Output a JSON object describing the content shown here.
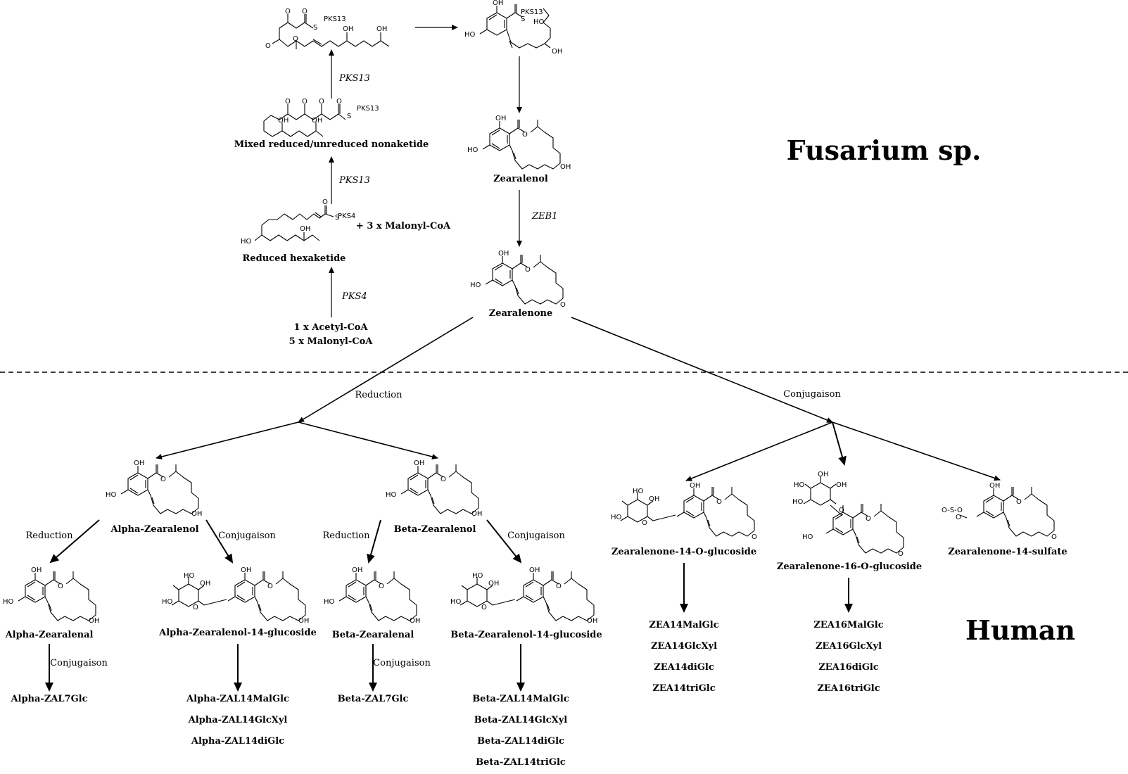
{
  "regions": {
    "fungus": "Fusarium sp.",
    "human": "Human"
  },
  "biosynthesis": {
    "start_line1": "1 x Acetyl-CoA",
    "start_line2": "5 x Malonyl-CoA",
    "pks4": "PKS4",
    "reduced_hexaketide": "Reduced hexaketide",
    "plus_malonyl": "+ 3 x Malonyl-CoA",
    "pks13_a": "PKS13",
    "nonaketide": "Mixed reduced/unreduced nonaketide",
    "pks13_b": "PKS13",
    "zearalenol": "Zearalenol",
    "zeb1": "ZEB1",
    "zearalenone": "Zearalenone"
  },
  "metabolism": {
    "reduction": "Reduction",
    "conjugation": "Conjugaison",
    "alpha_zearalenol": "Alpha-Zearalenol",
    "beta_zearalenol": "Beta-Zearalenol",
    "alpha_reduction": "Reduction",
    "alpha_conjugation": "Conjugaison",
    "beta_reduction": "Reduction",
    "beta_conjugation": "Conjugaison",
    "alpha_zearalenal": "Alpha-Zearalenal",
    "alpha_zearalenal_conj": "Conjugaison",
    "alpha_zal7glc": "Alpha-ZAL7Glc",
    "alpha_zearalenol_glucoside": "Alpha-Zearalenol-14-glucoside",
    "alpha_zal14": [
      "Alpha-ZAL14MalGlc",
      "Alpha-ZAL14GlcXyl",
      "Alpha-ZAL14diGlc"
    ],
    "beta_zearalenal": "Beta-Zearalenal",
    "beta_zearalenal_conj": "Conjugaison",
    "beta_zal7glc": "Beta-ZAL7Glc",
    "beta_zearalenol_glucoside": "Beta-Zearalenol-14-glucoside",
    "beta_zal14": [
      "Beta-ZAL14MalGlc",
      "Beta-ZAL14GlcXyl",
      "Beta-ZAL14diGlc",
      "Beta-ZAL14triGlc"
    ],
    "zea14_glucoside": "Zearalenone-14-O-glucoside",
    "zea14_list": [
      "ZEA14MalGlc",
      "ZEA14GlcXyl",
      "ZEA14diGlc",
      "ZEA14triGlc"
    ],
    "zea16_glucoside": "Zearalenone-16-O-glucoside",
    "zea16_list": [
      "ZEA16MalGlc",
      "ZEA16GlcXyl",
      "ZEA16diGlc",
      "ZEA16triGlc"
    ],
    "zea14_sulfate": "Zearalenone-14-sulfate"
  },
  "atoms": {
    "oh": "OH",
    "ho": "HO",
    "o": "O",
    "s": "S",
    "pks13": "PKS13",
    "pks4": "PKS4",
    "oso": "O-S-O"
  }
}
